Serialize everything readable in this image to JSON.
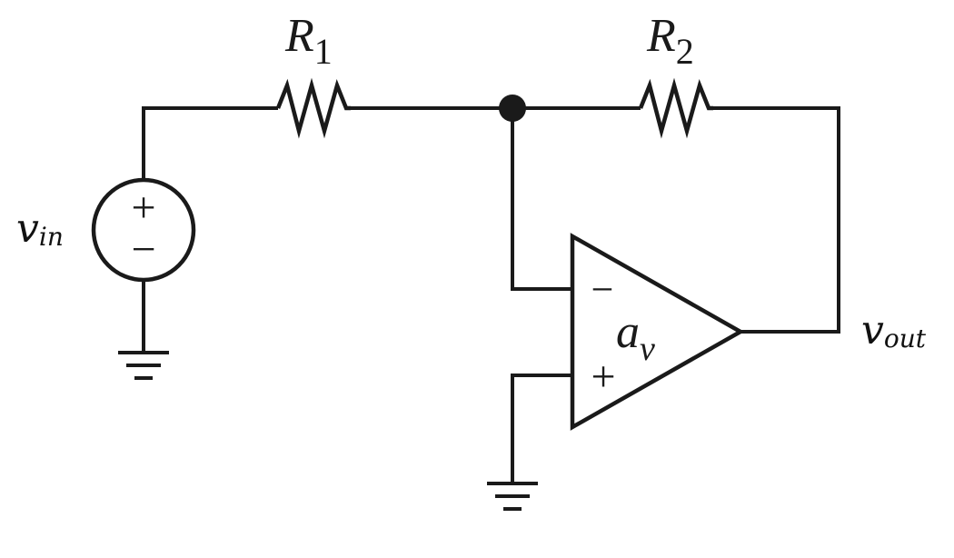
{
  "diagram": {
    "resistors": [
      {
        "symbol": "R",
        "subscript": "1"
      },
      {
        "symbol": "R",
        "subscript": "2"
      }
    ],
    "source": {
      "label_main": "v",
      "label_sub": "in",
      "plus_sign": "+",
      "minus_sign": "−"
    },
    "opamp": {
      "gain_main": "a",
      "gain_sub": "v",
      "inverting_sign": "−",
      "noninverting_sign": "+"
    },
    "output": {
      "label_main": "v",
      "label_sub": "out"
    }
  }
}
